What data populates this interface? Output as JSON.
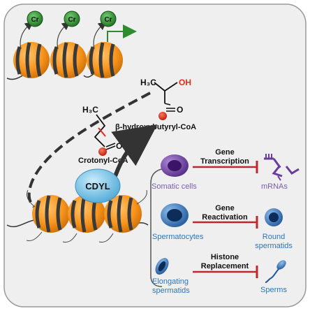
{
  "marks": {
    "cr_label": "Cr"
  },
  "molecules": {
    "crotonyl": {
      "methyl": "H₃C",
      "oxygen": "O",
      "name": "Crotonyl-CoA"
    },
    "hydroxybutyryl": {
      "methyl": "H₃C",
      "hydroxyl": "OH",
      "oxygen": "O",
      "name": "β-hydroxybutyryl-CoA"
    }
  },
  "enzyme": {
    "name": "CDYL"
  },
  "rows": [
    {
      "cell": "Somatic cells",
      "process_line1": "Gene",
      "process_line2": "Transcription",
      "target": "mRNAs"
    },
    {
      "cell": "Spermatocytes",
      "process_line1": "Gene",
      "process_line2": "Reactivation",
      "target_line1": "Round",
      "target_line2": "spermatids"
    },
    {
      "cell_line1": "Elongating",
      "cell_line2": "spermatids",
      "process_line1": "Histone",
      "process_line2": "Replacement",
      "target": "Sperms"
    }
  ],
  "colors": {
    "panel_bg": "#efefef",
    "nucleosome_orange": "#f7941d",
    "histone_band": "#3a3a3a",
    "crotonyl_mark": "#2e8b2e",
    "acyl_ball": "#e52b1a",
    "cdyl_blue": "#7cc6ea",
    "somatic_purple": "#6a3c9c",
    "sperm_blue": "#2f6fb8",
    "inhibit_red": "#c0272d",
    "cell_label_purple": "#7b5ea7",
    "cell_label_blue": "#2e75b6",
    "activation_arrow_green": "#2e8b2e"
  }
}
